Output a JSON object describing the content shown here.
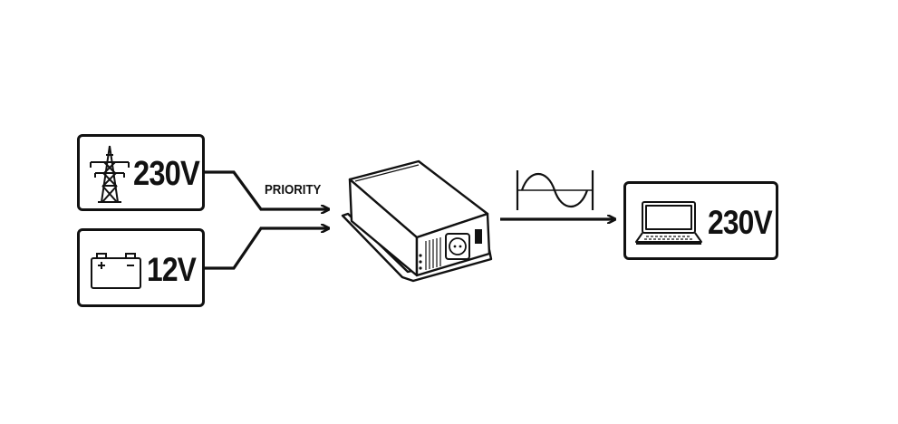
{
  "sources": {
    "grid": {
      "voltage": "230V",
      "icon": "power-tower-icon"
    },
    "battery": {
      "voltage": "12V",
      "icon": "car-battery-icon"
    }
  },
  "priority_label": "PRIORITY",
  "inverter": {
    "icon": "inverter-charger-icon"
  },
  "output": {
    "waveform_icon": "sine-wave-icon",
    "voltage": "230V",
    "icon": "laptop-icon"
  },
  "colors": {
    "stroke": "#111111",
    "background": "#ffffff"
  }
}
